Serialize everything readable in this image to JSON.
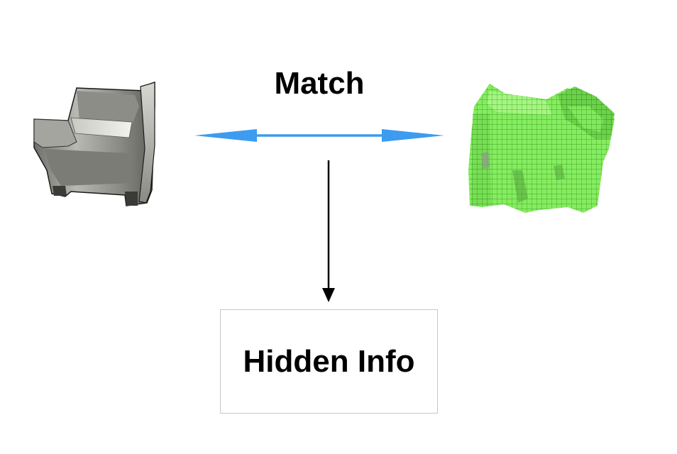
{
  "labels": {
    "match": "Match",
    "hidden_info": "Hidden Info"
  },
  "colors": {
    "match_arrow": "#3d9bf0",
    "down_arrow": "#000000",
    "voxel_green": "#7ee85a",
    "voxel_grid": "#3fa82a",
    "chair_gray": "#9a9a94",
    "box_border": "#c8c8c8"
  },
  "icons": {
    "left": "rendered-armchair-image",
    "right": "voxel-armchair-image"
  }
}
